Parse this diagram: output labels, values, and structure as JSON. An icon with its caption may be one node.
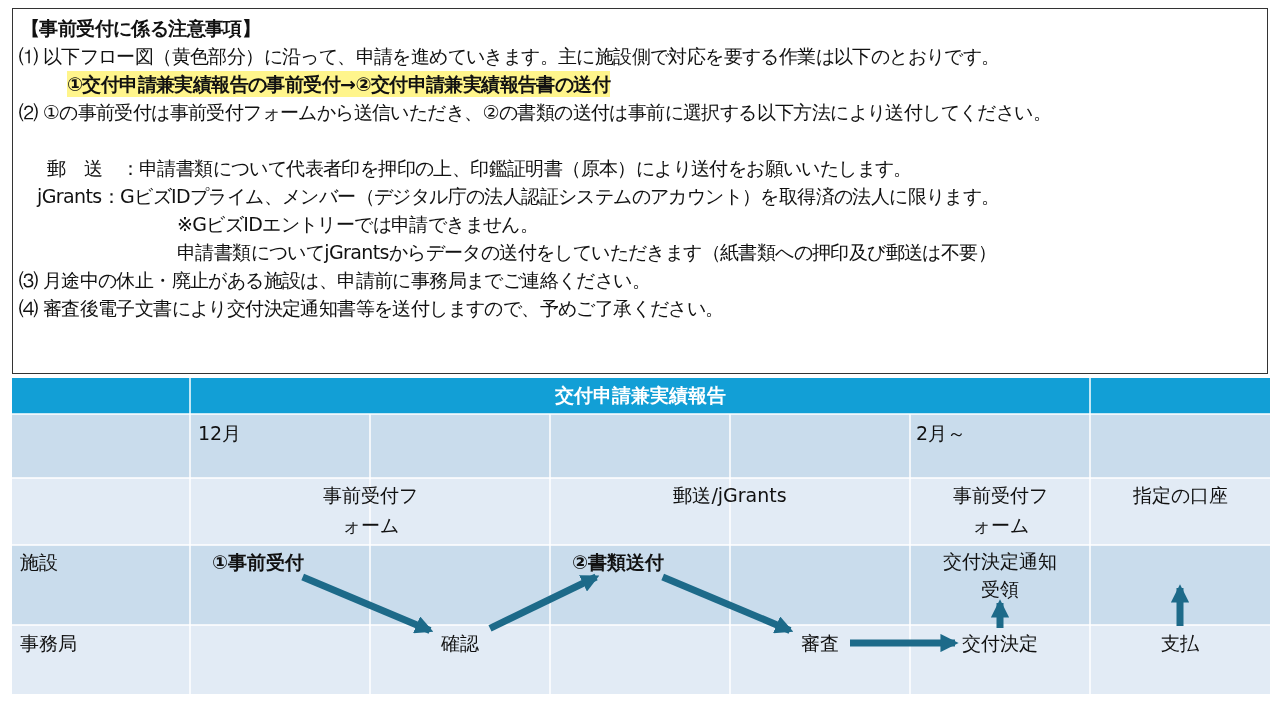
{
  "diagram": {
    "nodes": [
      {
        "text": [
          "【事前受付に係る注意事項】",
          "⑴ 以下フロー図（黄色部分）に沿って、申請を進めていきます。主に施設側で対応を要する作業は以下のとおりです。",
          "①交付申請兼実績報告の事前受付→②交付申請兼実績報告書の送付",
          "⑵ ①の事前受付は事前受付フォームから送信いただき、②の書類の送付は事前に選択する以下方法により送付してください。",
          "郵　送　：申請書類について代表者印を押印の上、印鑑証明書（原本）により送付をお願いいたします。",
          "jGrants：GビズIDプライム、メンバー（デジタル庁の法人認証システムのアカウント）を取得済の法人に限ります。",
          "※GビズIDエントリーでは申請できません。",
          "申請書類についてjGrantsからデータの送付をしていただきます（紙書類への押印及び郵送は不要）",
          "⑶ 月途中の休止・廃止がある施設は、申請前に事務局までご連絡ください。",
          "⑷ 審査後電子文書により交付決定通知書等を送付しますので、予めご了承ください。"
        ]
      },
      {
        "text": [
          "①事前受付"
        ]
      },
      {
        "text": [
          "確認"
        ]
      },
      {
        "text": [
          "②書類送付"
        ]
      },
      {
        "text": [
          "審査"
        ]
      },
      {
        "text": [
          "交付決定"
        ]
      },
      {
        "text": [
          "交付決定通知受領"
        ]
      },
      {
        "text": [
          "支払"
        ]
      }
    ],
    "edges": [
      {
        "from": 1,
        "to": 2,
        "arrow": "to"
      },
      {
        "from": 2,
        "to": 3,
        "arrow": "to"
      },
      {
        "from": 3,
        "to": 4,
        "arrow": "to"
      },
      {
        "from": 4,
        "to": 5,
        "arrow": "to"
      },
      {
        "from": 5,
        "to": 6,
        "arrow": "to"
      },
      {
        "from": 7,
        "to": null,
        "arrow": "to"
      }
    ],
    "labels": [
      "交付申請兼実績報告",
      "12月",
      "2月～",
      "事前受付フォーム",
      "郵送/jGrants",
      "事前受付フォーム",
      "指定の口座",
      "施設",
      "事務局"
    ]
  }
}
